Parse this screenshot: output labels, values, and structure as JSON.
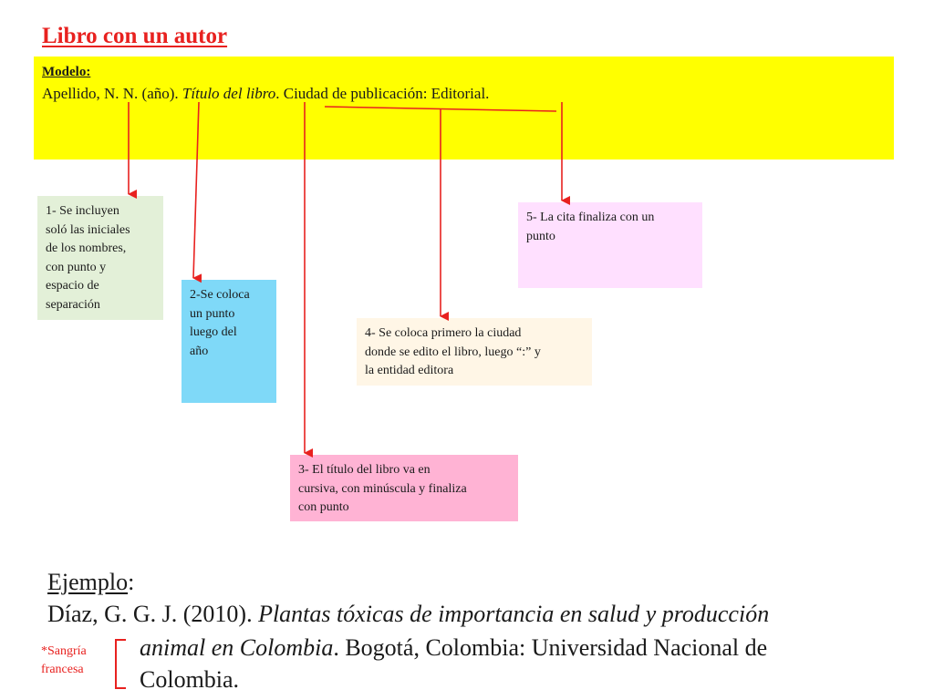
{
  "title": "Libro con un autor",
  "model": {
    "label": "Modelo:",
    "part_author": "Apellido, N. N. ",
    "part_year": "(año). ",
    "part_title": "Título del libro",
    "part_rest": ". Ciudad de publicación: Editorial."
  },
  "notes": [
    {
      "id": "1",
      "lines": [
        "1- Se incluyen",
        "soló las iniciales",
        "de los nombres,",
        "con punto y",
        "espacio de",
        "separación"
      ]
    },
    {
      "id": "2",
      "lines": [
        "2-Se coloca",
        "un punto",
        "luego del",
        "año"
      ]
    },
    {
      "id": "3",
      "lines": [
        "3- El título del libro va en",
        "cursiva, con minúscula y finaliza",
        "con punto"
      ]
    },
    {
      "id": "4",
      "lines": [
        "4- Se coloca primero la ciudad",
        "donde se edito el libro, luego “:” y",
        "la entidad editora"
      ]
    },
    {
      "id": "5",
      "lines": [
        "5- La cita finaliza con un",
        "punto"
      ]
    }
  ],
  "example": {
    "label": "Ejemplo",
    "colon": ":",
    "line1_plain": "Díaz, G. G. J. (2010). ",
    "line1_italic": "Plantas tóxicas de importancia en salud y producción",
    "line2_italic": "animal en Colombia",
    "line2_plain": ". Bogotá, Colombia: Universidad Nacional de",
    "line3_plain": "Colombia."
  },
  "hanging_indent_note": [
    "*Sangría",
    "francesa"
  ],
  "colors": {
    "title": "#e8211f",
    "arrow": "#e8211f",
    "model_bg": "#ffff00",
    "note1_bg": "#e3f0d8",
    "note2_bg": "#7fd9f8",
    "note3_bg": "#ffb3d4",
    "note4_bg": "#fff6e6",
    "note5_bg": "#ffe0ff"
  }
}
